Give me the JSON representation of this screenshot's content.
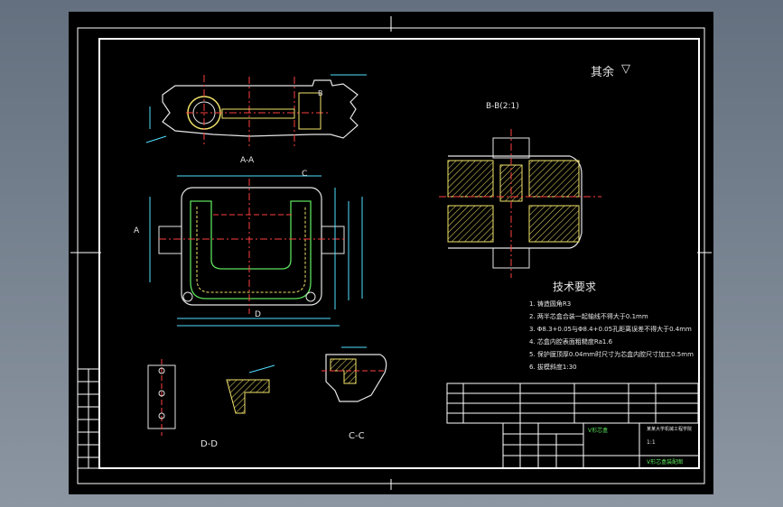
{
  "drawing": {
    "note_top_right": "其余",
    "roughness_mark": "▽",
    "section_bb": "B-B(2:1)",
    "section_aa": "A-A",
    "section_dd": "D-D",
    "section_cc": "C-C",
    "label_c": "C",
    "label_a": "A",
    "label_d": "D",
    "label_b": "B"
  },
  "tech_requirements": {
    "title": "技术要求",
    "items": [
      "1. 铸造圆角R3",
      "2. 两半芯盒合装一起轴线不得大于0.1mm",
      "3. Φ8.3+0.05与Φ8.4+0.05孔距离误差不得大于0.4mm",
      "4. 芯盒内腔表面粗糙度Ra1.6",
      "5. 保护膜顶厚0.04mm时尺寸为芯盒内腔尺寸加工0.5mm",
      "6. 拔模斜度1:30"
    ]
  },
  "title_block": {
    "drawing_name": "V形芯盒",
    "company": "某某大学机械工程学院",
    "sheet": "1:1",
    "bottom": "V形芯盒装配图"
  },
  "colors": {
    "bg": "#000000",
    "frame": "#ffffff",
    "outline": "#e6e6e6",
    "dimension": "#4fe0ff",
    "center": "#ff4040",
    "hatch": "#f2e36a",
    "annotation": "#5be05b"
  }
}
